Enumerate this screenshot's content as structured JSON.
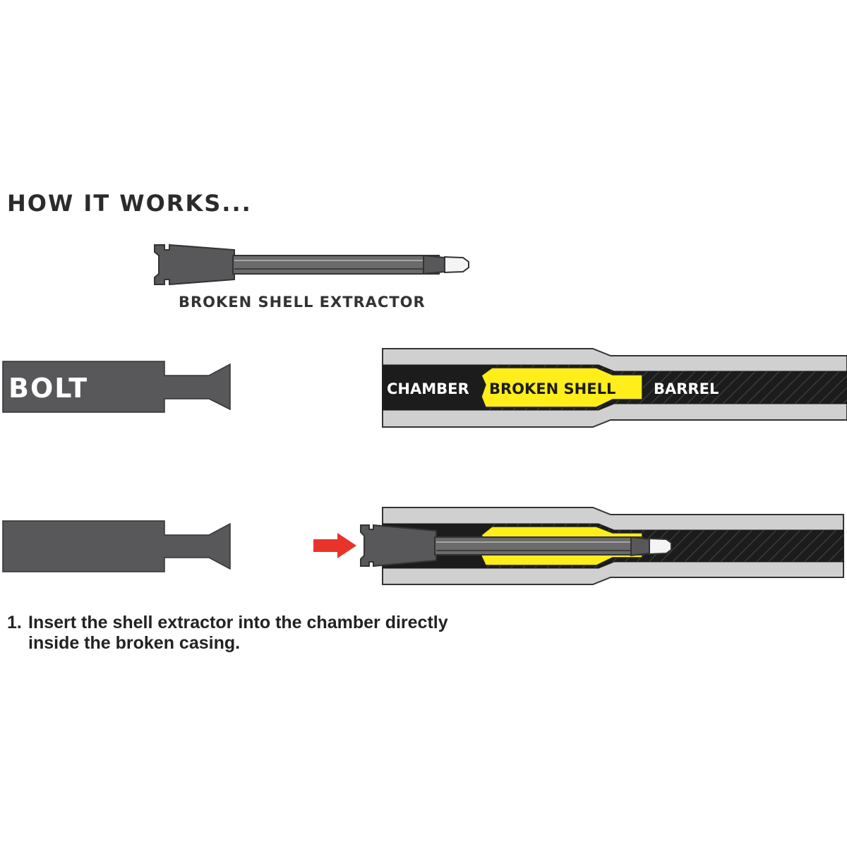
{
  "heading": "HOW IT WORKS...",
  "labels": {
    "extractor": "BROKEN SHELL EXTRACTOR",
    "bolt": "BOLT",
    "chamber": "CHAMBER",
    "broken_shell": "BROKEN SHELL",
    "barrel": "BARREL"
  },
  "step": {
    "number": "1.",
    "line1": "Insert the shell extractor into the chamber directly",
    "line2": "inside the broken casing."
  },
  "colors": {
    "dark_gray": "#58585a",
    "light_gray": "#cfcfcf",
    "outline": "#333333",
    "bore": "#1c1c1c",
    "shell_yellow": "#ffee1a",
    "arrow_red": "#e8332b",
    "tip_white": "#f4f4f4"
  },
  "icons": [
    "red-arrow-icon"
  ]
}
